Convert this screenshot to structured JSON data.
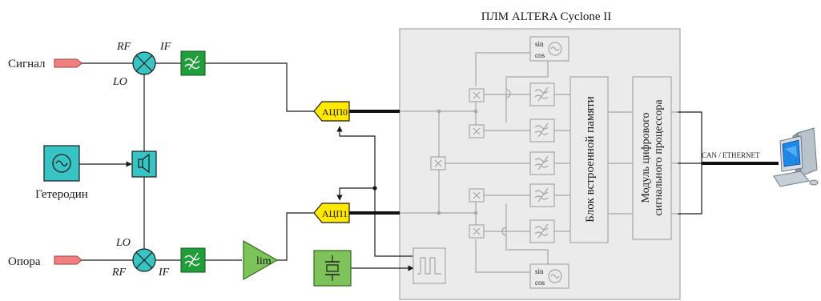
{
  "fpga_title": "ПЛМ ALTERA Cyclone II",
  "signal_label": "Сигнал",
  "reference_label": "Опора",
  "oscillator_label": "Гетеродин",
  "mixer_top": {
    "rf": "RF",
    "if": "IF",
    "lo": "LO"
  },
  "mixer_bottom": {
    "lo": "LO",
    "rf": "RF",
    "if": "IF"
  },
  "adc0_label": "АЦП0",
  "adc1_label": "АЦП1",
  "limiter_label": "lim",
  "nco": {
    "sin": "sin",
    "cos": "cos"
  },
  "memory_label": "Блок встроенной памяти",
  "dsp_line1": "Модуль цифрового",
  "dsp_line2": "сигнального процессора",
  "bus_label": "CAN / ETHERNET",
  "colors": {
    "mixer": "#37c4c4",
    "filter": "#1f9e3a",
    "adc": "#ffe800",
    "limiter": "#7ec35a",
    "fpga_bg": "#ebebeb",
    "connector": "#f08080"
  },
  "icons": [
    "mixer-icon",
    "lowpass-filter-icon",
    "oscillator-icon",
    "phase-shifter-icon",
    "crystal-icon",
    "clock-divider-icon",
    "computer-icon"
  ]
}
